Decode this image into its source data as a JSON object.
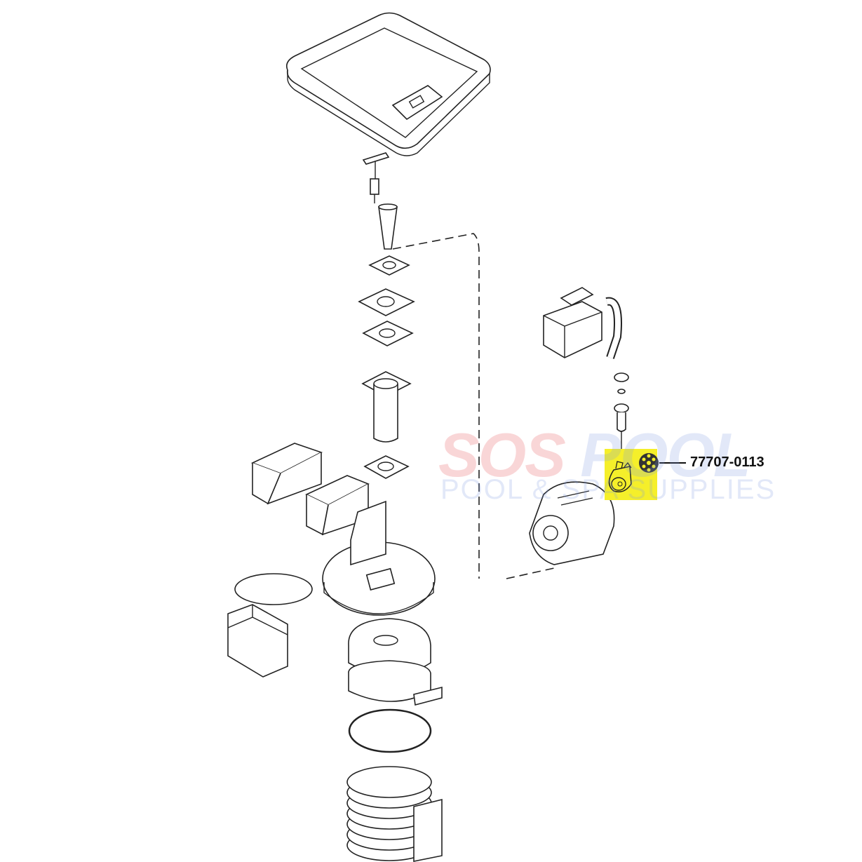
{
  "diagram": {
    "title": "Heater exploded parts view",
    "callouts": [
      {
        "part_number": "77707-0113",
        "highlight_color": "#f5ef2a"
      }
    ]
  },
  "watermark": {
    "brand_part1": "SOS",
    "brand_part2": "POOL",
    "tagline": "POOL & SPA SUPPLIES"
  }
}
